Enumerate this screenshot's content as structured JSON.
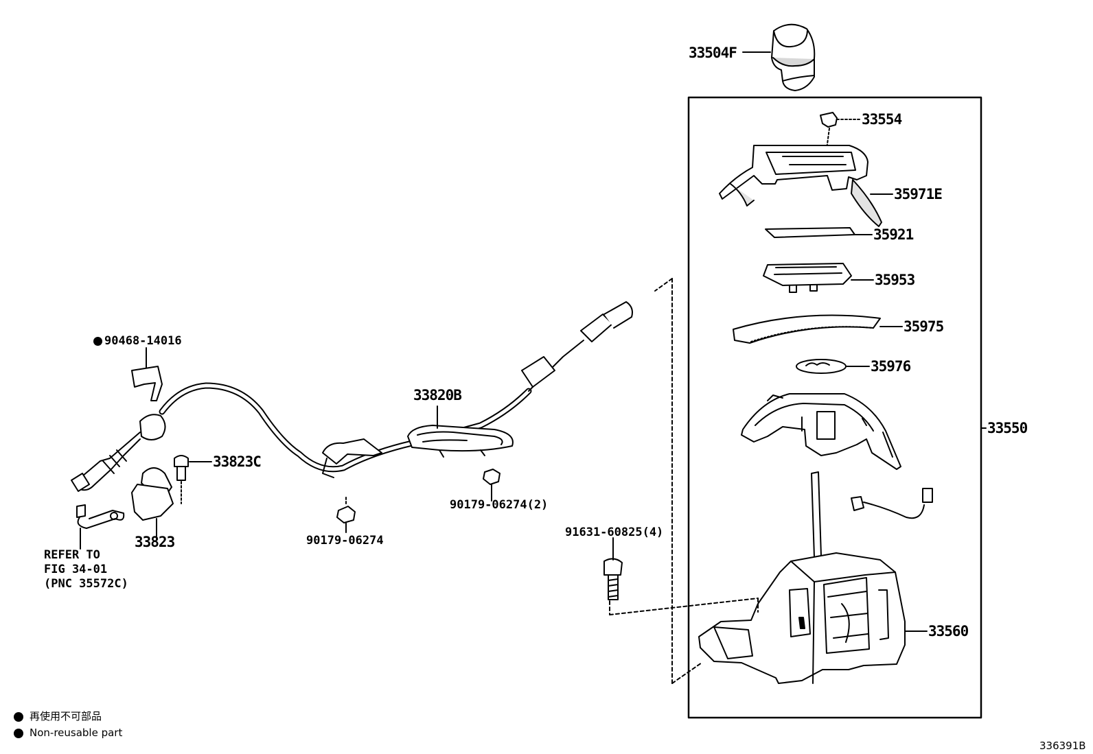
{
  "labels": {
    "p33504F": "33504F",
    "p33554": "33554",
    "p35971E": "35971E",
    "p35921": "35921",
    "p35953": "35953",
    "p35975": "35975",
    "p35976": "35976",
    "p33550": "33550",
    "p33560": "33560",
    "p33820B": "33820B",
    "p33823C": "33823C",
    "p33823": "33823",
    "p90468": "90468-14016",
    "p90179_2": "90179-06274(2)",
    "p90179": "90179-06274",
    "p91631": "91631-60825(4)"
  },
  "refer_note": {
    "line1": "REFER TO",
    "line2": "FIG 34-01",
    "line3": "(PNC 35572C)"
  },
  "legend": {
    "japanese": "再使用不可部品",
    "english": "Non-reusable part"
  },
  "figure_id": "336391B",
  "colors": {
    "ink": "#000000",
    "paper": "#ffffff",
    "shade": "#cfcfcf"
  }
}
